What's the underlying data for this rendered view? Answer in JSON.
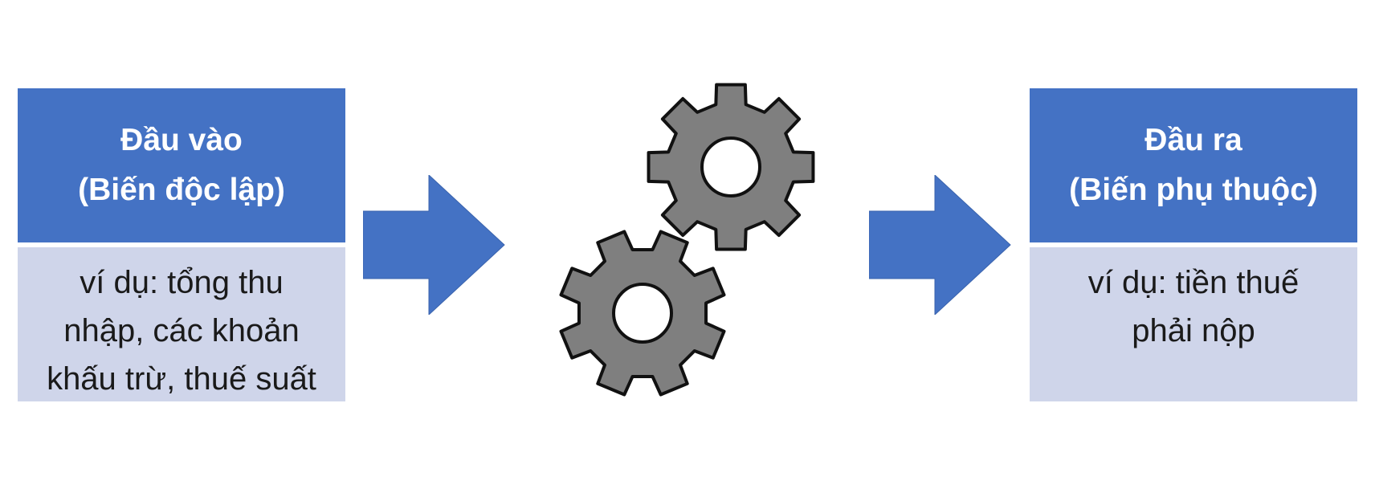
{
  "input": {
    "title_lines": [
      "Đầu vào",
      "(Biến độc lập)"
    ],
    "example_lines": [
      "ví dụ: tổng thu",
      "nhập, các khoản",
      "khấu trừ, thuế suất"
    ]
  },
  "output": {
    "title_lines": [
      "Đầu ra",
      "(Biến phụ thuộc)"
    ],
    "example_lines": [
      "ví dụ: tiền thuế",
      "phải nộp"
    ]
  },
  "process": {
    "icon": "gears-icon"
  },
  "colors": {
    "header_fill": "#4472c4",
    "body_fill": "#cfd5ea",
    "arrow_fill": "#4472c4",
    "gear_fill": "#7f7f7f",
    "gear_stroke": "#111111"
  }
}
